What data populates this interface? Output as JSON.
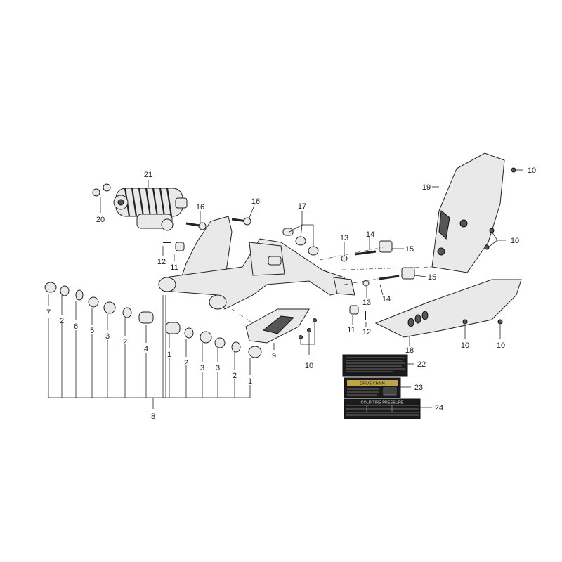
{
  "callouts": {
    "p1a": "1",
    "p1b": "1",
    "p2a": "2",
    "p2b": "2",
    "p2c": "2",
    "p2d": "2",
    "p3a": "3",
    "p3b": "3",
    "p3c": "3",
    "p4": "4",
    "p5": "5",
    "p6": "6",
    "p7": "7",
    "p8": "8",
    "p9": "9",
    "p10a": "10",
    "p10b": "10",
    "p10c": "10",
    "p10d": "10",
    "p10e": "10",
    "p11a": "11",
    "p11b": "11",
    "p12a": "12",
    "p12b": "12",
    "p13a": "13",
    "p13b": "13",
    "p14a": "14",
    "p14b": "14",
    "p15a": "15",
    "p15b": "15",
    "p16": "16",
    "p17": "17",
    "p18": "18",
    "p19": "19",
    "p20": "20",
    "p21": "21",
    "p22": "22",
    "p23": "23",
    "p24": "24"
  },
  "labels": {
    "tire_title": "COLD TIRE PRESSURE",
    "drive_chain": "DRIVE CHAIN"
  }
}
